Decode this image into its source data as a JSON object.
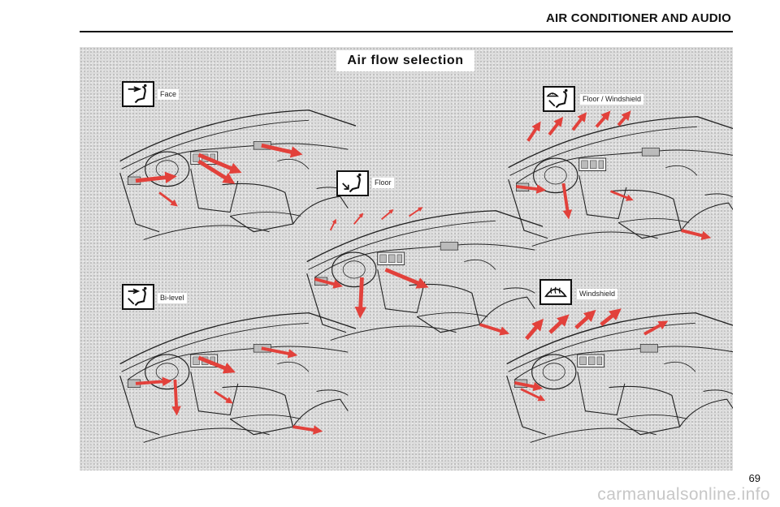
{
  "header": {
    "title": "AIR CONDITIONER AND AUDIO"
  },
  "panel": {
    "title": "Air flow selection"
  },
  "modes": {
    "face": {
      "label": "Face",
      "icon": "face-vent-icon"
    },
    "floor": {
      "label": "Floor",
      "icon": "floor-vent-icon"
    },
    "bilevel": {
      "label": "Bi-level",
      "icon": "bilevel-vent-icon"
    },
    "floor_windshield": {
      "label": "Floor / Windshield",
      "icon": "floor-windshield-vent-icon"
    },
    "windshield": {
      "label": "Windshield",
      "icon": "defroster-icon"
    }
  },
  "colors": {
    "arrow": "#e2413b",
    "line": "#222222",
    "panel": "#dcdcdc"
  },
  "footer": {
    "page_number": "69",
    "watermark": "carmanualsonline.info"
  }
}
